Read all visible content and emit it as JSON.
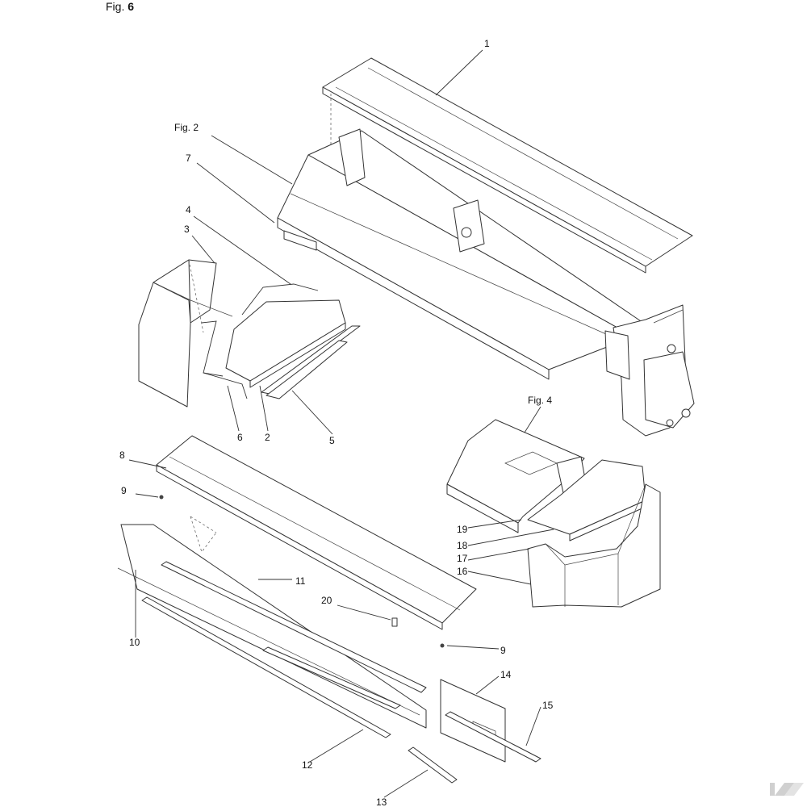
{
  "figure": {
    "prefix": "Fig.",
    "number": "6"
  },
  "references": {
    "fig2": "Fig. 2",
    "fig4": "Fig. 4"
  },
  "callouts": {
    "p1": "1",
    "p2": "2",
    "p3": "3",
    "p4": "4",
    "p5": "5",
    "p6": "6",
    "p7": "7",
    "p8": "8",
    "p9a": "9",
    "p9b": "9",
    "p10": "10",
    "p11": "11",
    "p12": "12",
    "p13": "13",
    "p14": "14",
    "p15": "15",
    "p16": "16",
    "p17": "17",
    "p18": "18",
    "p19": "19",
    "p20": "20"
  },
  "colors": {
    "line": "#333333",
    "background": "#ffffff",
    "logo": "#d0d0d0"
  }
}
